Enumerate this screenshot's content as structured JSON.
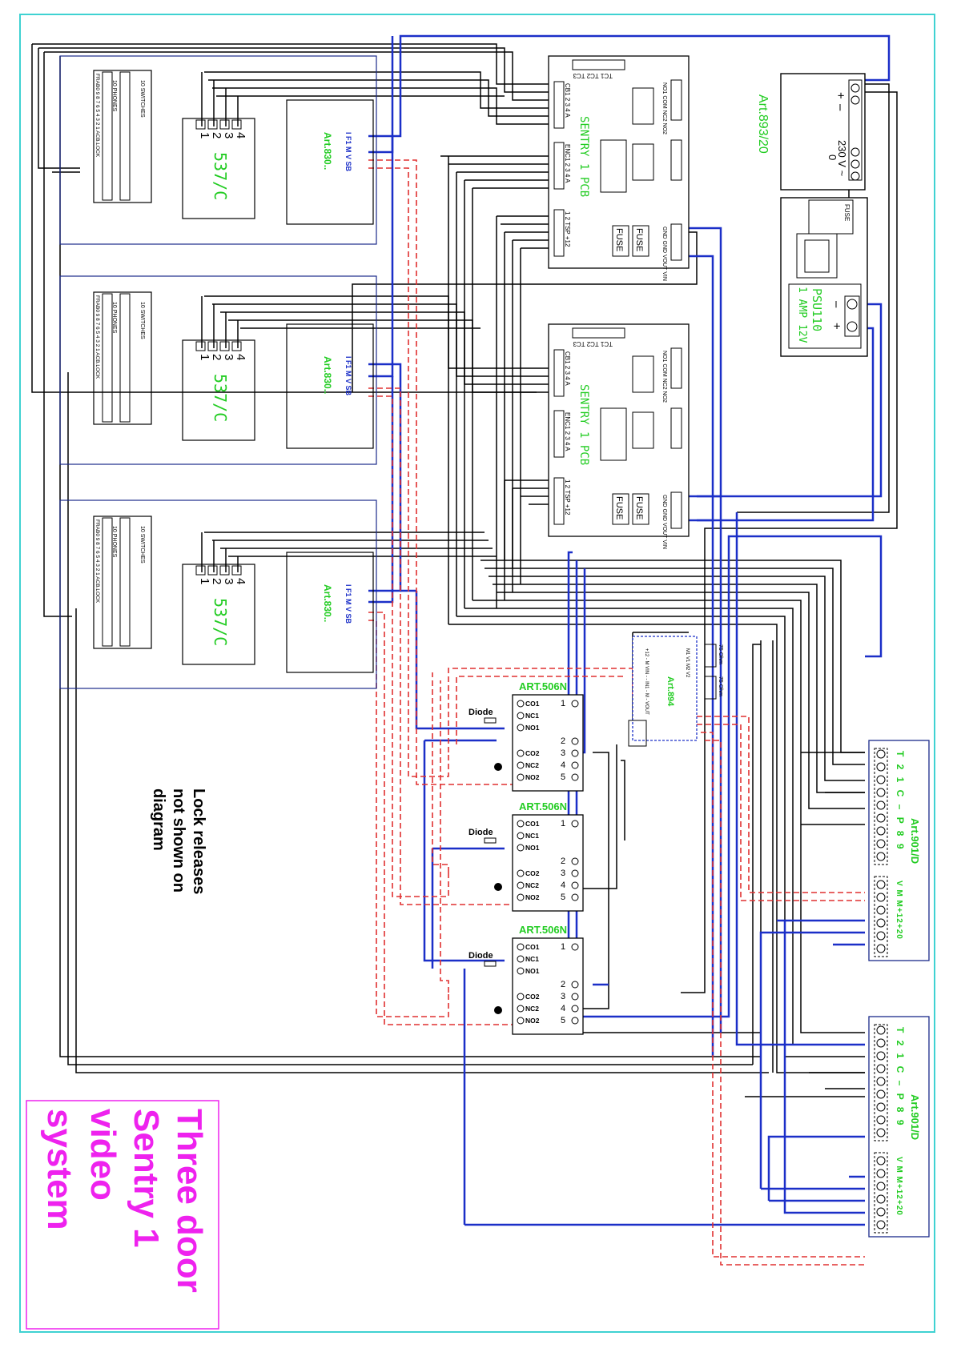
{
  "title": {
    "lines": [
      "Three door",
      "Sentry 1",
      "video",
      "system"
    ]
  },
  "note": {
    "lines": [
      "Lock releases",
      "not shown on",
      "diagram"
    ]
  },
  "colors": {
    "frame": "#3fd2d2",
    "blue": "#1b2fc8",
    "red": "#e03030",
    "green": "#22cc22",
    "magenta": "#ee22ee",
    "black": "#000000",
    "navy": "#1a2a8a"
  },
  "door_panels": [
    {
      "switches": "10 SWITCHES",
      "switch_row": "FRAB0 9 8 7 6 5 4 3 2 1 ACB.LOCK",
      "phones": "10 PHONES",
      "module_label": "537/C",
      "module_terminals": [
        "4",
        "3",
        "2",
        "1"
      ],
      "camera_label": "Art.830..",
      "camera_terminals": "I F1 M V SB"
    },
    {
      "switches": "10 SWITCHES",
      "switch_row": "FRAB0 9 8 7 6 5 4 3 2 1 ACB.LOCK",
      "phones": "10 PHONES",
      "module_label": "537/C",
      "module_terminals": [
        "4",
        "3",
        "2",
        "1"
      ],
      "camera_label": "Art.830..",
      "camera_terminals": "I F1 M V SB"
    },
    {
      "switches": "10 SWITCHES",
      "switch_row": "FRAB0 9 8 7 6 5 4 3 2 1 ACB.LOCK",
      "phones": "10 PHONES",
      "module_label": "537/C",
      "module_terminals": [
        "4",
        "3",
        "2",
        "1"
      ],
      "camera_label": "Art.830..",
      "camera_terminals": "I F1 M V SB"
    }
  ],
  "pcbs": [
    {
      "label": "SENTRY 1 PCB",
      "top_connector": "TC1 TC2 TC3",
      "cb_row": "CB1 2 3 4 A",
      "enc_row": "ENC1 2 3 4 A",
      "tsp_row": "1 2 TSP +12",
      "vin_block": "GND GND VOUT VIN",
      "relay_block": "NO1 COM NC2 NO2",
      "fuse": "FUSE"
    },
    {
      "label": "SENTRY 1 PCB",
      "top_connector": "TC1 TC2 TC3",
      "cb_row": "CB1 2 3 4 A",
      "enc_row": "ENC1 2 3 4 A",
      "tsp_row": "1 2 TSP +12",
      "vin_block": "GND GND VOUT VIN",
      "relay_block": "NO1 COM NC2 NO2",
      "fuse": "FUSE"
    }
  ],
  "transformer": {
    "label": "Art.893/20",
    "plus": "+",
    "minus": "–",
    "input": "230 V ~",
    "zero": "0"
  },
  "psu": {
    "label_line1": "PSU110",
    "label_line2": "1 AMP 12V",
    "minus": "–",
    "plus": "+",
    "fuse": "FUSE"
  },
  "relays": [
    {
      "label": "ART.506N",
      "left": [
        "CO1",
        "NC1",
        "NO1",
        "CO2",
        "NC2",
        "NO2"
      ],
      "right": [
        "1",
        "2",
        "3",
        "4",
        "5"
      ],
      "diode": "Diode"
    },
    {
      "label": "ART.506N",
      "left": [
        "CO1",
        "NC1",
        "NO1",
        "CO2",
        "NC2",
        "NO2"
      ],
      "right": [
        "1",
        "2",
        "3",
        "4",
        "5"
      ],
      "diode": "Diode"
    },
    {
      "label": "ART.506N",
      "left": [
        "CO1",
        "NC1",
        "NO1",
        "CO2",
        "NC2",
        "NO2"
      ],
      "right": [
        "1",
        "2",
        "3",
        "4",
        "5"
      ],
      "diode": "Diode"
    }
  ],
  "distributor": {
    "label": "Art.894",
    "ohm1": "75 Ohm",
    "ohm2": "75 Ohm",
    "in_labels": "+12 - M VIN - - IN1 - M - VOUT",
    "out_labels": "M1 V1 M2 V2"
  },
  "monitors": [
    {
      "label": "Art.901/D",
      "terminals_top": "T 2 1 C – P 8 9",
      "terminals_bottom": "V M M+12+20"
    },
    {
      "label": "Art.901/D",
      "terminals_top": "T 2 1 C – P 8 9",
      "terminals_bottom": "V M M+12+20"
    }
  ]
}
